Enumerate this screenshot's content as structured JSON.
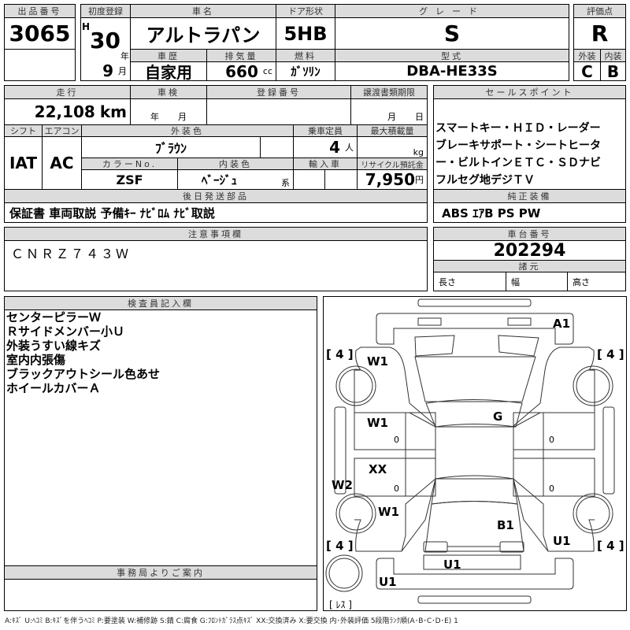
{
  "lot": {
    "label": "出品番号",
    "value": "3065"
  },
  "top": {
    "first_reg_label": "初度登録",
    "era": "H",
    "year": "30",
    "year_unit": "年",
    "month": "9",
    "month_unit": "月",
    "car_name_label": "車名",
    "car_name": "アルトラパン",
    "door_label": "ドア形状",
    "door": "5HB",
    "grade_label": "グレード",
    "grade": "S",
    "history_label": "車歴",
    "history": "自家用",
    "displacement_label": "排気量",
    "displacement": "660",
    "displacement_unit": "cc",
    "fuel_label": "燃料",
    "fuel": "ｶﾞｿﾘﾝ",
    "model_label": "型式",
    "model": "DBA-HE33S"
  },
  "score": {
    "label": "評価点",
    "value": "R",
    "ext_label": "外装",
    "int_label": "内装",
    "ext": "C",
    "int": "B"
  },
  "details": {
    "mileage_label": "走行",
    "mileage": "22,108",
    "mileage_unit": "km",
    "inspection_label": "車検",
    "year_unit": "年",
    "month_unit": "月",
    "reg_no_label": "登録番号",
    "transfer_label": "譲渡書類期限",
    "day_unit": "日",
    "shift_label": "シフト",
    "shift": "IAT",
    "ac_label": "エアコン",
    "ac": "AC",
    "ext_color_label": "外装色",
    "ext_color": "ﾌﾞﾗｳﾝ",
    "capacity_label": "乗車定員",
    "capacity": "4",
    "capacity_unit": "人",
    "load_label": "最大積載量",
    "load_unit": "kg",
    "color_no_label": "カラーNo.",
    "color_no": "ZSF",
    "int_color_label": "内装色",
    "int_color": "ﾍﾞｰｼﾞｭ",
    "int_color_unit": "系",
    "import_label": "輸入車",
    "recycle_label": "リサイクル預託金",
    "recycle": "7,950",
    "recycle_unit": "円",
    "later_parts_label": "後日発送部品",
    "later_parts": "保証書 車両取説 予備ｷｰ ﾅﾋﾞﾛﾑ ﾅﾋﾞ取説"
  },
  "sales": {
    "label": "セールスポイント",
    "lines": [
      "スマートキー・ＨＩＤ・レーダー",
      "ブレーキサポート・シートヒータ",
      "ー・ビルトインＥＴＣ・ＳＤナビ",
      "フルセグ地デジＴＶ"
    ],
    "equip_label": "純正装備",
    "equip": "ABS ｴｱB PS PW"
  },
  "notes": {
    "label": "注意事項欄",
    "value": "ＣＮＲＺ７４３Ｗ"
  },
  "chassis": {
    "label": "車台番号",
    "value": "202294",
    "spec_label": "諸元",
    "length": "長さ",
    "width": "幅",
    "height": "高さ"
  },
  "inspector": {
    "label": "検査員記入欄",
    "lines": [
      "センターピラーＷ",
      "Ｒサイドメンバー小Ｕ",
      "外装うすい線キズ",
      "室内内張傷",
      "ブラックアウトシール色あせ",
      "ホイールカバーＡ"
    ]
  },
  "office": {
    "label": "事務局よりご案内"
  },
  "diagram": {
    "front": "A1",
    "tire_fl": "[ 4 ]",
    "tire_fr": "[ 4 ]",
    "tire_rl": "[ 4 ]",
    "tire_rr": "[ 4 ]",
    "fender_fl": "W1",
    "windshield": "G",
    "door_fl": "W1",
    "door_rl": "XX",
    "pillar": "W2",
    "fender_rl": "W1",
    "trunk": "B1",
    "fender_rr": "U1",
    "rear_panel": "U1",
    "rear_bumper": "U1",
    "zero": "0",
    "spare": "[ ﾚｽ ]"
  },
  "legend": "A:ｷｽﾞ U:ﾍｺﾐ B:ｷｽﾞを伴うﾍｺﾐ P:要塗装 W:補修跡 S:錆 C:腐食 G:ﾌﾛﾝﾄｶﾞﾗｽ点ｷｽﾞ XX:交換済み X:要交換 内･外装評価 5段階ﾗﾝｸ順(A･B･C･D･E) 1"
}
